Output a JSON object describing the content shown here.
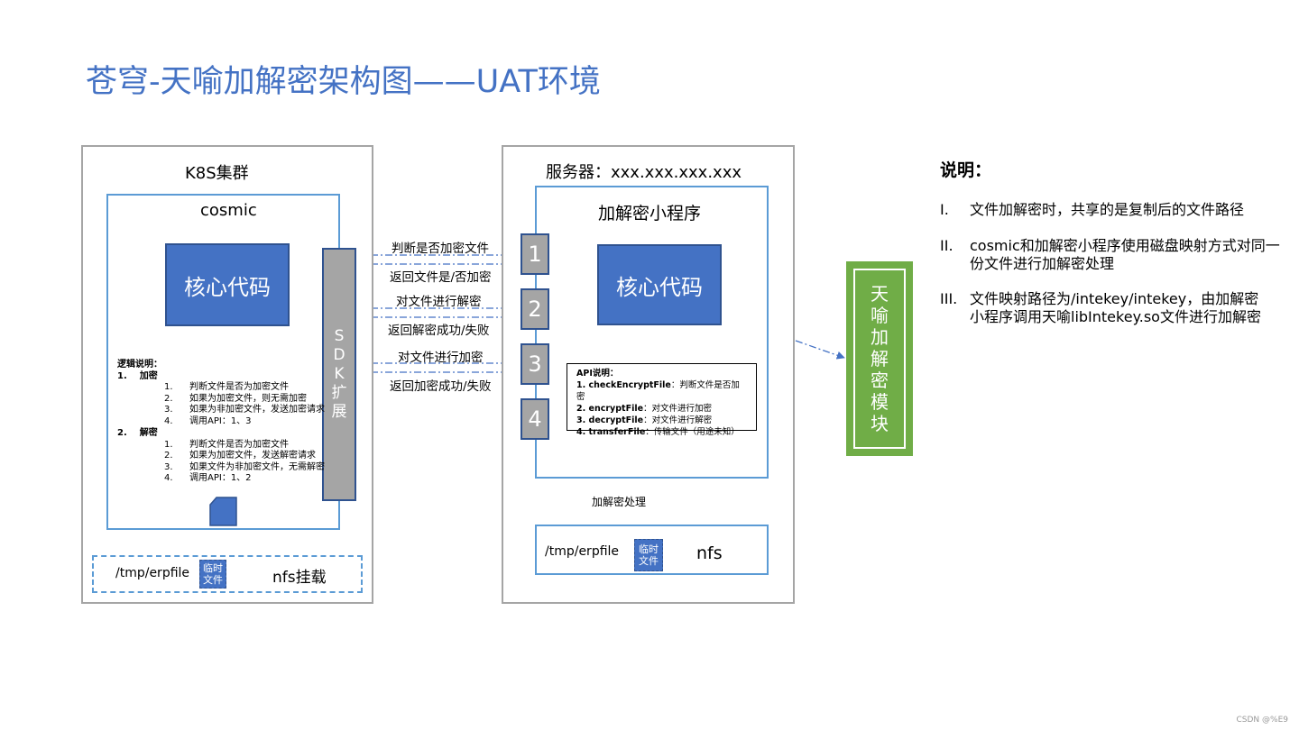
{
  "title": "苍穹-天喻加解密架构图——UAT环境",
  "k8s": {
    "label": "K8S集群",
    "cosmic_label": "cosmic",
    "core_code": "核心代码",
    "sdk_chars": [
      "S",
      "D",
      "K",
      "扩",
      "展"
    ],
    "logic": {
      "heading": "逻辑说明：",
      "encrypt_num": "1.",
      "encrypt_title": "加密",
      "encrypt_items": [
        {
          "n": "1.",
          "t": "判断文件是否为加密文件"
        },
        {
          "n": "2.",
          "t": "如果为加密文件，则无需加密"
        },
        {
          "n": "3.",
          "t": "如果为非加密文件，发送加密请求"
        },
        {
          "n": "4.",
          "t": "调用API：1、3"
        }
      ],
      "decrypt_num": "2.",
      "decrypt_title": "解密",
      "decrypt_items": [
        {
          "n": "1.",
          "t": "判断文件是否为加密文件"
        },
        {
          "n": "2.",
          "t": "如果为加密文件，发送解密请求"
        },
        {
          "n": "3.",
          "t": "如果文件为非加密文件，无需解密"
        },
        {
          "n": "4.",
          "t": "调用API：1、2"
        }
      ]
    },
    "nfs_mount": {
      "path": "/tmp/erpfile",
      "temp_file": [
        "临时",
        "文件"
      ],
      "label": "nfs挂载"
    }
  },
  "arrows": [
    "判断是否加密文件",
    "返回文件是/否加密",
    "对文件进行解密",
    "返回解密成功/失败",
    "对文件进行加密",
    "返回加密成功/失败"
  ],
  "server": {
    "label": "服务器：xxx.xxx.xxx.xxx",
    "app_label": "加解密小程序",
    "core_code": "核心代码",
    "ports": [
      "1",
      "2",
      "3",
      "4"
    ],
    "api": {
      "heading": "API说明：",
      "items": [
        {
          "name": "1. checkEncryptFile",
          "desc": "：判断文件是否加密"
        },
        {
          "name": "2. encryptFile",
          "desc": "：对文件进行加密"
        },
        {
          "name": "3. decryptFile",
          "desc": "：对文件进行解密"
        },
        {
          "name": "4. transferFile",
          "desc": "：传输文件（用途未知）"
        }
      ]
    },
    "process_label": "加解密处理",
    "nfs": {
      "path": "/tmp/erpfile",
      "temp_file": [
        "临时",
        "文件"
      ],
      "label": "nfs"
    }
  },
  "module_chars": [
    "天",
    "喻",
    "加",
    "解",
    "密",
    "模",
    "块"
  ],
  "notes": {
    "title": "说明：",
    "items": [
      {
        "num": "I.",
        "text": "文件加解密时，共享的是复制后的文件路径"
      },
      {
        "num": "II.",
        "text": " cosmic和加解密小程序使用磁盘映射方式对同一份文件进行加解密处理"
      },
      {
        "num": "III.",
        "text": "文件映射路径为/intekey/intekey，由加解密小程序调用天喻libIntekey.so文件进行加解密"
      }
    ]
  },
  "footer": "CSDN @%E9",
  "colors": {
    "title": "#4472c4",
    "core_fill": "#4472c4",
    "sdk_fill": "#a5a5a5",
    "module_fill": "#70ad47",
    "frame_border": "#a5a5a5",
    "inner_border": "#5b9bd5"
  }
}
